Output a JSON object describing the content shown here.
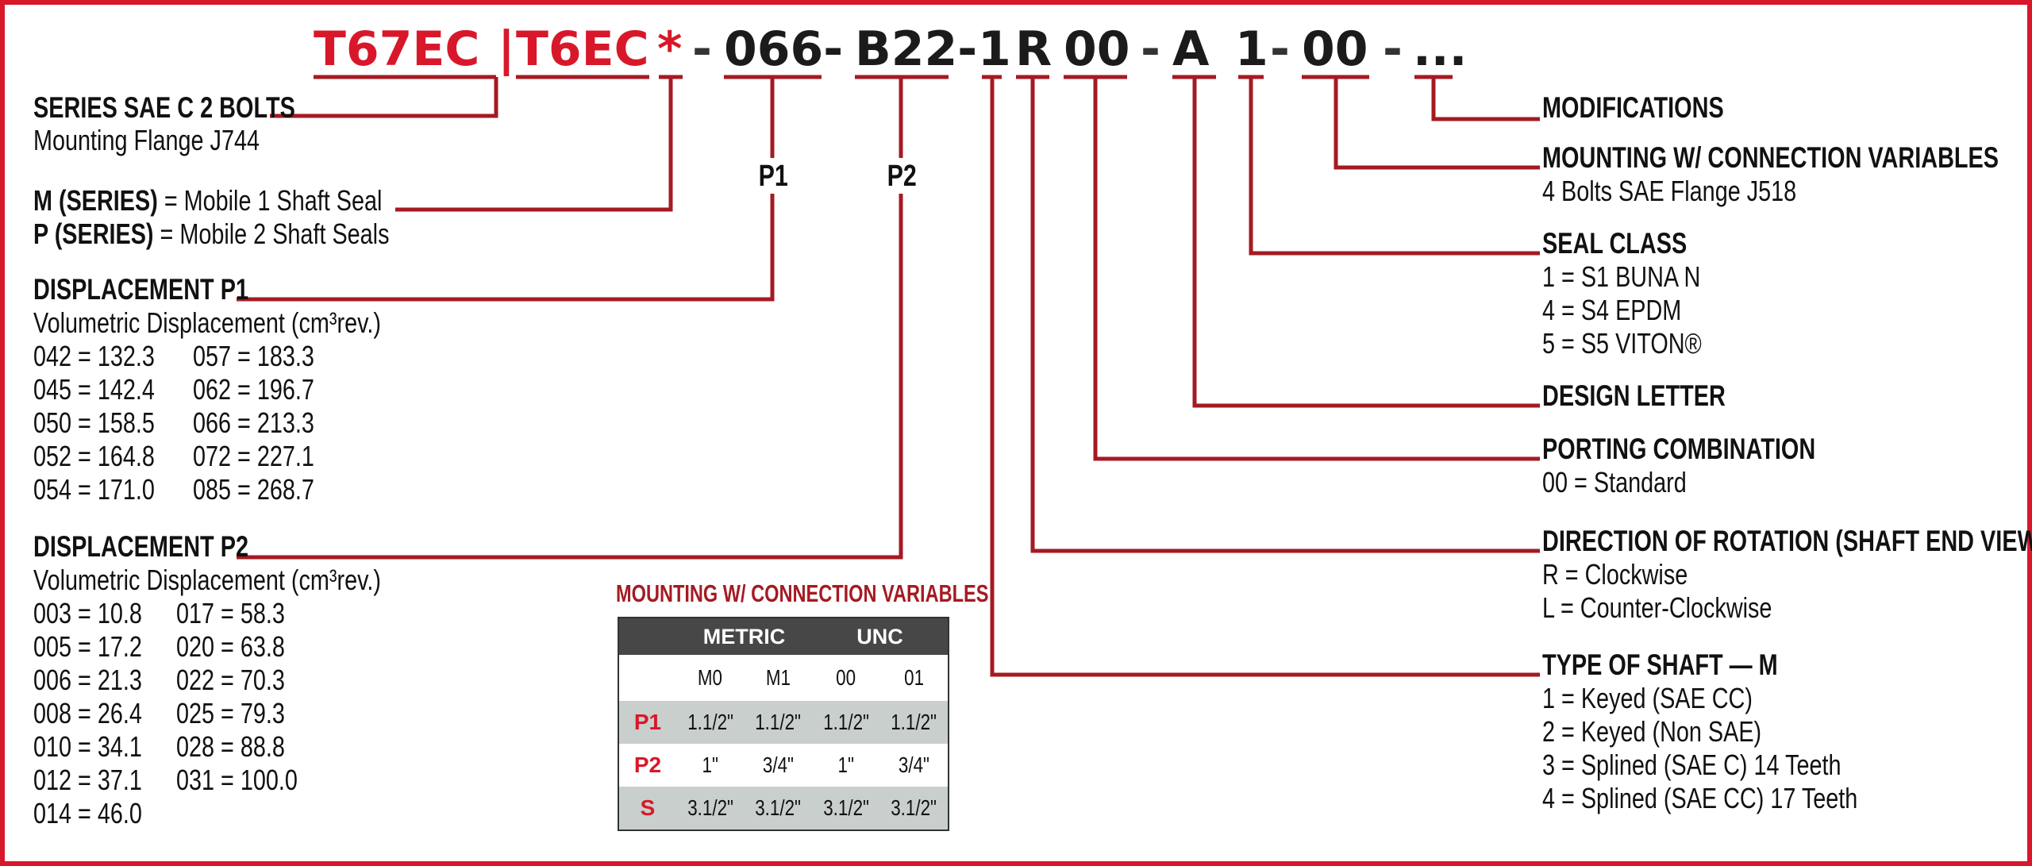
{
  "code": {
    "t1": "T67EC",
    "bar": "|",
    "t2": "T6EC",
    "star": "*",
    "d1": "-",
    "disp1": "066-",
    "disp2": "B22-",
    "shaft": "1",
    "rot": "R",
    "port": "00",
    "d2": "-",
    "design": "A",
    "seal": "1",
    "d3": "-",
    "mount": "00",
    "d4": "-",
    "mods": "..."
  },
  "markers": {
    "p1": "P1",
    "p2": "P2"
  },
  "left": {
    "series": {
      "title": "SERIES SAE C 2 BOLTS",
      "sub": "Mounting Flange J744"
    },
    "seal_series": {
      "m_key": "M (SERIES)",
      "m_val": " = Mobile 1 Shaft Seal",
      "p_key": "P (SERIES)",
      "p_val": "  = Mobile 2 Shaft Seals"
    },
    "disp_p1": {
      "title": "DISPLACEMENT P1",
      "sub": "Volumetric Displacement (cm³rev.)",
      "col1": [
        "042 = 132.3",
        "045 = 142.4",
        "050 = 158.5",
        "052 = 164.8",
        "054 = 171.0"
      ],
      "col2": [
        "057 = 183.3",
        "062 = 196.7",
        "066 = 213.3",
        "072 = 227.1",
        "085 = 268.7"
      ]
    },
    "disp_p2": {
      "title": "DISPLACEMENT P2",
      "sub": "Volumetric Displacement (cm³rev.)",
      "col1": [
        "003 = 10.8",
        "005 = 17.2",
        "006 = 21.3",
        "008 = 26.4",
        "010 = 34.1",
        "012 = 37.1",
        "014 = 46.0"
      ],
      "col2": [
        "017 = 58.3",
        "020 = 63.8",
        "022 = 70.3",
        "025 = 79.3",
        "028 = 88.8",
        "031 = 100.0"
      ]
    }
  },
  "right": {
    "mods": {
      "title": "MODIFICATIONS"
    },
    "mount": {
      "title": "MOUNTING W/ CONNECTION VARIABLES",
      "lines": [
        "4 Bolts SAE Flange J518"
      ]
    },
    "seal": {
      "title": "SEAL CLASS",
      "lines": [
        "1 = S1 BUNA N",
        "4 = S4 EPDM",
        "5 = S5 VITON®"
      ]
    },
    "design": {
      "title": "DESIGN LETTER"
    },
    "port": {
      "title": "PORTING COMBINATION",
      "lines": [
        "00 = Standard"
      ]
    },
    "rot": {
      "title": "DIRECTION OF ROTATION (SHAFT END VIEW)",
      "lines": [
        "R = Clockwise",
        "L = Counter-Clockwise"
      ]
    },
    "shaft": {
      "title": "TYPE OF SHAFT — M",
      "lines": [
        "1 = Keyed (SAE CC)",
        "2 = Keyed (Non SAE)",
        "3 = Splined (SAE C) 14 Teeth",
        "4 = Splined (SAE CC) 17 Teeth"
      ]
    }
  },
  "table": {
    "title": "MOUNTING W/ CONNECTION VARIABLES",
    "groups": [
      "METRIC",
      "UNC"
    ],
    "subheads": [
      "M0",
      "M1",
      "00",
      "01"
    ],
    "rows": [
      {
        "label": "P1",
        "cells": [
          "1.1/2\"",
          "1.1/2\"",
          "1.1/2\"",
          "1.1/2\""
        ]
      },
      {
        "label": "P2",
        "cells": [
          "1\"",
          "3/4\"",
          "1\"",
          "3/4\""
        ]
      },
      {
        "label": "S",
        "cells": [
          "3.1/2\"",
          "3.1/2\"",
          "3.1/2\"",
          "3.1/2\""
        ]
      }
    ]
  },
  "colors": {
    "accent": "#d8182a",
    "connector": "#a51a22",
    "table_header": "#474747",
    "table_stripe": "#c9cfcc"
  }
}
